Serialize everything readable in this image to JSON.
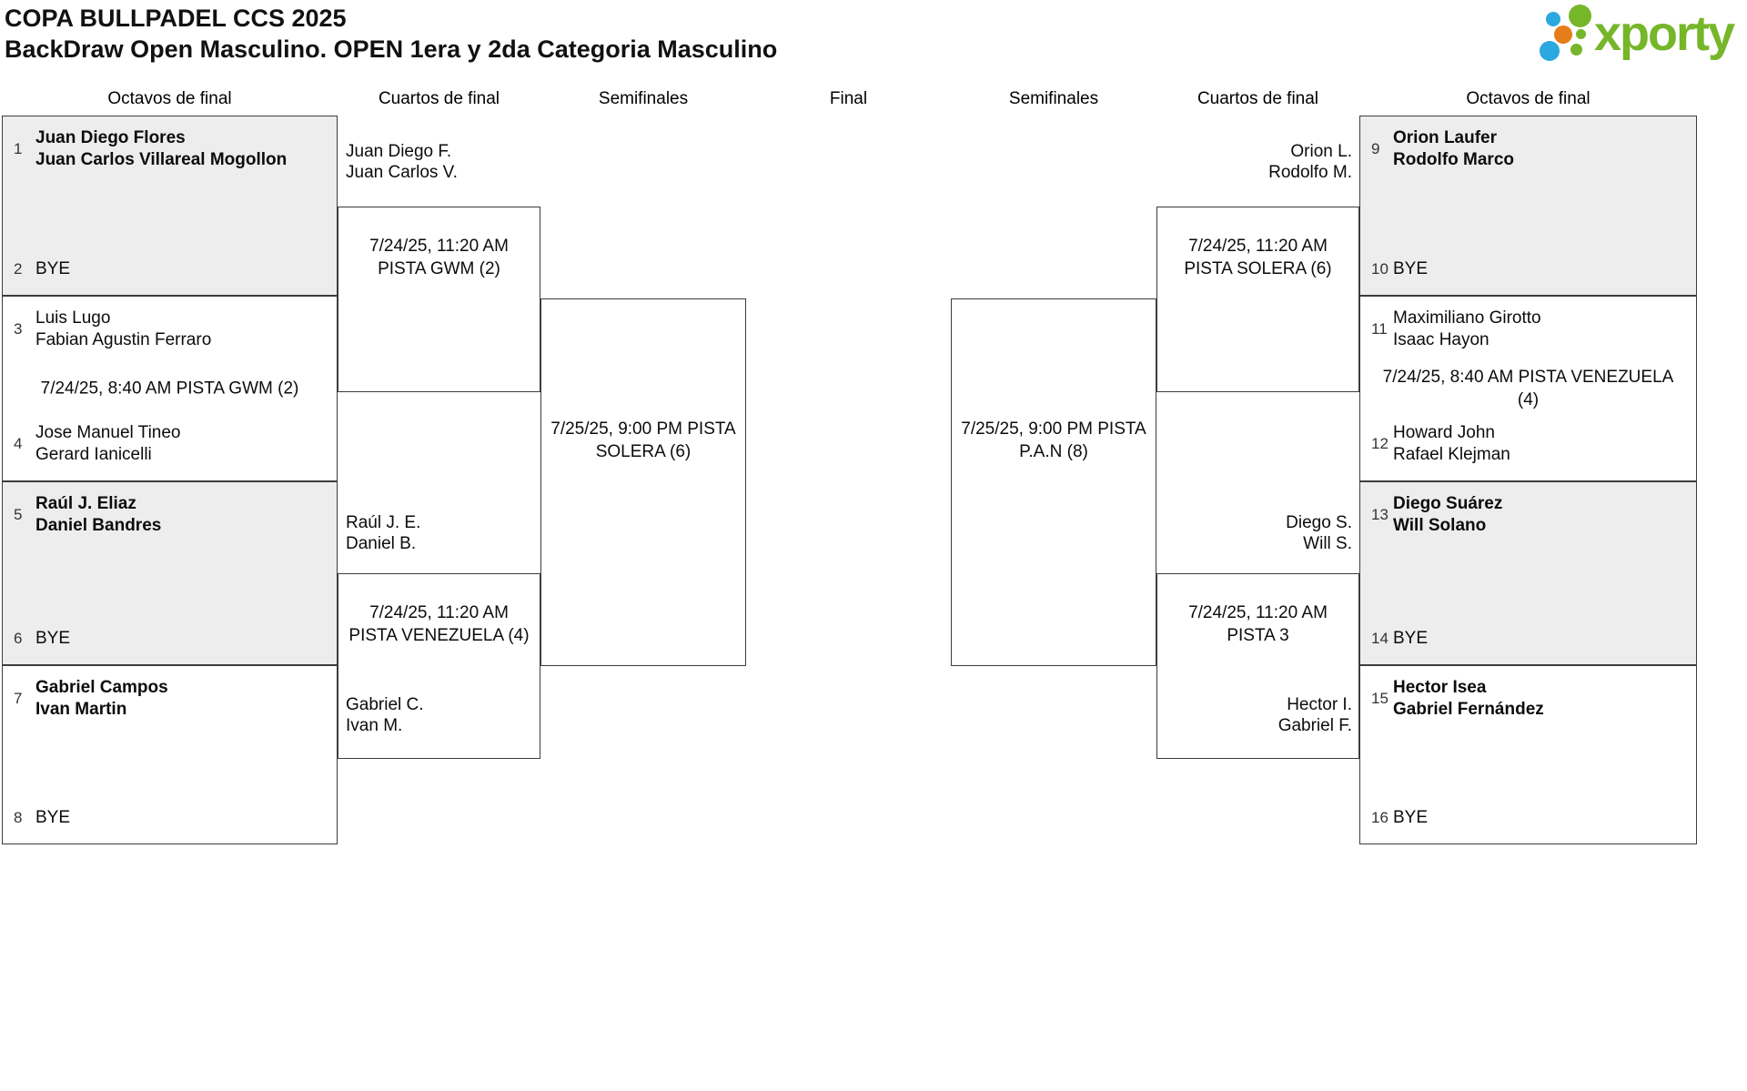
{
  "title": {
    "line1": "COPA BULLPADEL CCS 2025",
    "line2": "BackDraw Open Masculino. OPEN 1era y 2da Categoria Masculino"
  },
  "logo": {
    "brand": "xporty"
  },
  "colors": {
    "brand_green": "#76b629",
    "brand_blue": "#2aa8df",
    "brand_orange": "#e57d1a",
    "shaded_box": "#ededed",
    "line": "#3c3c3c"
  },
  "round_headers": [
    "Octavos de final",
    "Cuartos de final",
    "Semifinales",
    "Final",
    "Semifinales",
    "Cuartos de final",
    "Octavos de final"
  ],
  "octavos_left": [
    {
      "seed_top": "1",
      "top1": "Juan Diego Flores",
      "top2": "Juan Carlos Villareal Mogollon",
      "seed_bottom": "2",
      "bottom1": "BYE",
      "match": ""
    },
    {
      "seed_top": "3",
      "top1": "Luis Lugo",
      "top2": "Fabian Agustin Ferraro",
      "seed_bottom": "4",
      "bottom1": "Jose Manuel Tineo",
      "bottom2": "Gerard Ianicelli",
      "match": "7/24/25, 8:40 AM PISTA GWM (2)"
    },
    {
      "seed_top": "5",
      "top1": "Raúl J. Eliaz",
      "top2": "Daniel Bandres",
      "seed_bottom": "6",
      "bottom1": "BYE",
      "match": ""
    },
    {
      "seed_top": "7",
      "top1": "Gabriel Campos",
      "top2": "Ivan Martin",
      "seed_bottom": "8",
      "bottom1": "BYE",
      "match": ""
    }
  ],
  "octavos_right": [
    {
      "seed_top": "9",
      "top1": "Orion Laufer",
      "top2": "Rodolfo Marco",
      "seed_bottom": "10",
      "bottom1": "BYE",
      "match": ""
    },
    {
      "seed_top": "11",
      "top1": "Maximiliano Girotto",
      "top2": "Isaac Hayon",
      "seed_bottom": "12",
      "bottom1": "Howard John",
      "bottom2": "Rafael Klejman",
      "match": "7/24/25, 8:40 AM PISTA VENEZUELA (4)"
    },
    {
      "seed_top": "13",
      "top1": "Diego Suárez",
      "top2": "Will Solano",
      "seed_bottom": "14",
      "bottom1": "BYE",
      "match": ""
    },
    {
      "seed_top": "15",
      "top1": "Hector Isea",
      "top2": "Gabriel Fernández",
      "seed_bottom": "16",
      "bottom1": "BYE",
      "match": ""
    }
  ],
  "cuartos_left": [
    {
      "top1": "Juan Diego F.",
      "top2": "Juan Carlos V.",
      "sched1": "7/24/25, 11:20 AM",
      "sched2": "PISTA GWM (2)"
    },
    {
      "top1": "Raúl J. E.",
      "top2": "Daniel B.",
      "sched1": "7/24/25, 11:20 AM",
      "sched2": "PISTA VENEZUELA (4)",
      "bottom1": "Gabriel C.",
      "bottom2": "Ivan M."
    }
  ],
  "cuartos_right": [
    {
      "top1": "Orion L.",
      "top2": "Rodolfo M.",
      "sched1": "7/24/25, 11:20 AM",
      "sched2": "PISTA SOLERA (6)"
    },
    {
      "top1": "Diego S.",
      "top2": "Will S.",
      "sched1": "7/24/25, 11:20 AM",
      "sched2": "PISTA 3",
      "bottom1": "Hector I.",
      "bottom2": "Gabriel F."
    }
  ],
  "semifinal_left": {
    "sched1": "7/25/25, 9:00 PM PISTA",
    "sched2": "SOLERA (6)"
  },
  "semifinal_right": {
    "sched1": "7/25/25, 9:00 PM PISTA",
    "sched2": "P.A.N (8)"
  }
}
